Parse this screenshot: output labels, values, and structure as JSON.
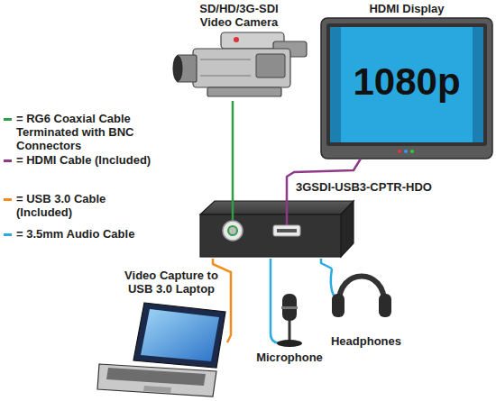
{
  "diagram": {
    "nodes": [
      {
        "text": [
          "SD/HD/3G-SDI Video Camera"
        ]
      },
      {
        "text": [
          "HDMI Display",
          "1080p"
        ]
      },
      {
        "text": [
          "3GSDI-USB3-CPTR-HDO"
        ]
      },
      {
        "text": [
          "Video Capture to USB 3.0 Laptop"
        ]
      },
      {
        "text": [
          "Microphone"
        ]
      },
      {
        "text": [
          "Headphones"
        ]
      }
    ],
    "edges": [
      {
        "from": 0,
        "to": 2,
        "arrow": "none"
      },
      {
        "from": 2,
        "to": 1,
        "arrow": "none"
      },
      {
        "from": 2,
        "to": 3,
        "arrow": "none"
      },
      {
        "from": 2,
        "to": 4,
        "arrow": "none"
      },
      {
        "from": 2,
        "to": 5,
        "arrow": "none"
      }
    ],
    "legend": [
      {
        "text": "= RG6 Coaxial Cable Terminated with BNC Connectors",
        "color": "#2f9e48"
      },
      {
        "text": "= HDMI Cable (Included)",
        "color": "#8e3b87"
      },
      {
        "text": "= USB 3.0 Cable (Included)",
        "color": "#f28c1e"
      },
      {
        "text": "= 3.5mm Audio Cable",
        "color": "#29abe2"
      }
    ]
  }
}
